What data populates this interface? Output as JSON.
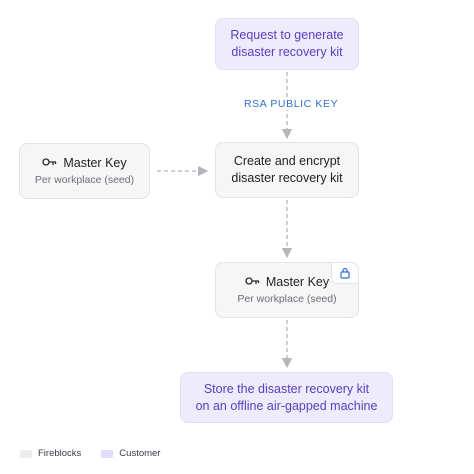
{
  "colors": {
    "fireblocks_fill": "#f6f6f7",
    "customer_fill": "#eeebfc",
    "customer_text": "#5a3fc0",
    "edge_label": "#2f6fd1",
    "connector": "#b5b5bd"
  },
  "nodes": {
    "request": {
      "title": "Request to generate\ndisaster recovery kit"
    },
    "master_key_left": {
      "title": "Master Key",
      "subtitle": "Per workplace (seed)",
      "icon": "key-icon"
    },
    "create": {
      "title": "Create and encrypt\ndisaster recovery kit"
    },
    "master_key_center": {
      "title": "Master Key",
      "subtitle": "Per workplace (seed)",
      "icon": "key-icon",
      "badge_icon": "lock-icon"
    },
    "store": {
      "title": "Store the disaster recovery kit\non an offline air-gapped machine"
    }
  },
  "edges": {
    "request_to_create": {
      "label": "RSA PUBLIC KEY"
    }
  },
  "legend": [
    {
      "label": "Fireblocks",
      "color": "#ececef"
    },
    {
      "label": "Customer",
      "color": "#e2ddf8"
    }
  ]
}
